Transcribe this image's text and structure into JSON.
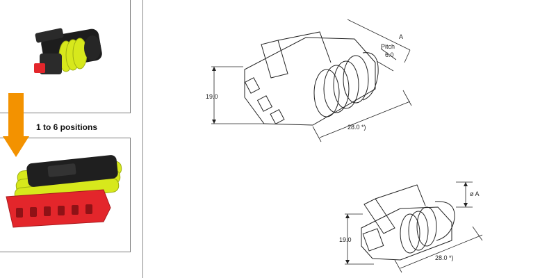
{
  "caption": "1 to 6 positions",
  "drawing_top": {
    "dim_a": "A",
    "pitch_label": "Pitch",
    "pitch_value": "6.0",
    "height": "19.0",
    "length": "28.0 *)"
  },
  "drawing_bottom": {
    "dia_a": "ø A",
    "height": "19.0",
    "length": "28.0 *)"
  },
  "colors": {
    "arrow": "#f39200",
    "seal_yellow": "#d7e81c",
    "housing_black": "#1e1e1e",
    "housing_red": "#e3262b"
  }
}
